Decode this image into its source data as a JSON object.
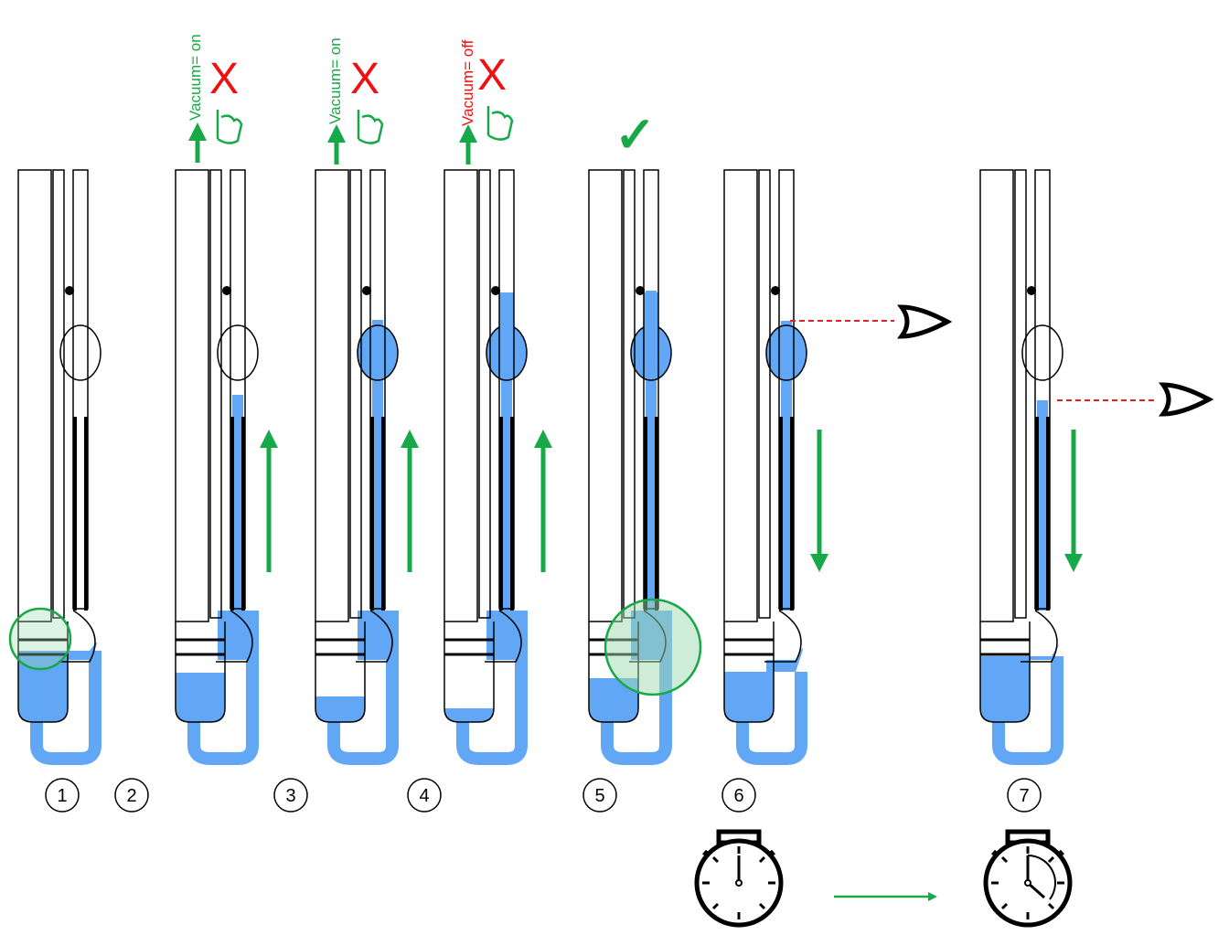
{
  "colors": {
    "liquid": "#62a6f6",
    "liquid_outline": "#3a7fd8",
    "arrow_green": "#18a848",
    "cross_red": "#ee1111",
    "vacuum_on": "#18a848",
    "vacuum_off": "#ee1111",
    "circle_fill": "#9fdcae",
    "dash_red": "#dd2222"
  },
  "steps": {
    "s1": "1",
    "s2": "2",
    "s3": "3",
    "s4": "4",
    "s5": "5",
    "s6": "6",
    "s7": "7"
  },
  "vacuum": {
    "on_a": "Vacuum= on",
    "on_b": "Vacuum= on",
    "off": "Vacuum= off"
  },
  "marks": {
    "cross_a": "X",
    "cross_b": "X",
    "cross_c": "X",
    "check": "✓"
  },
  "icons": {
    "hand": "pointing-hand-icon",
    "eye": "eye-icon",
    "stopwatch": "stopwatch-icon"
  }
}
